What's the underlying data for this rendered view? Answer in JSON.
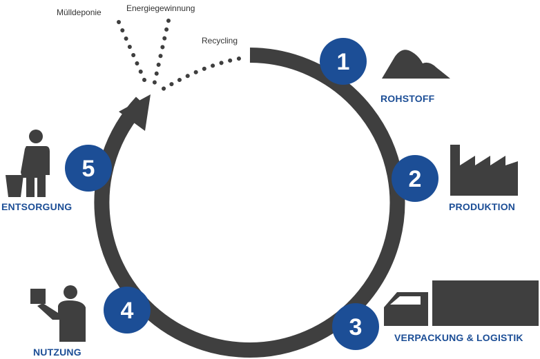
{
  "colors": {
    "ring": "#3f3f3f",
    "badge": "#1c4e96",
    "badge_text": "#ffffff",
    "label": "#1c4e96",
    "icon": "#3f3f3f",
    "dots": "#3f3f3f"
  },
  "stages": [
    {
      "number": "1",
      "label": "ROHSTOFF",
      "icon": "mountain-icon"
    },
    {
      "number": "2",
      "label": "PRODUKTION",
      "icon": "factory-icon"
    },
    {
      "number": "3",
      "label": "VERPACKUNG & LOGISTIK",
      "icon": "truck-icon"
    },
    {
      "number": "4",
      "label": "NUTZUNG",
      "icon": "person-holding-box-icon"
    },
    {
      "number": "5",
      "label": "ENTSORGUNG",
      "icon": "person-with-bin-icon"
    }
  ],
  "end_paths": [
    {
      "label": "Mülldeponie"
    },
    {
      "label": "Energiegewinnung"
    },
    {
      "label": "Recycling"
    }
  ]
}
